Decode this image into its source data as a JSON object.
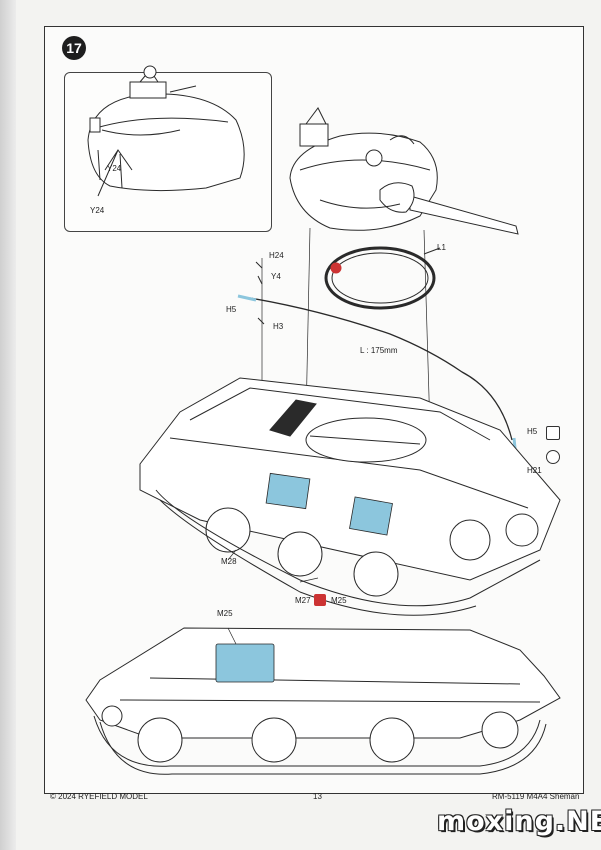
{
  "step": {
    "number": "17"
  },
  "inset": {
    "labels": [
      "Y24",
      "Y24"
    ]
  },
  "parts": {
    "l1": "L1",
    "h24": "H24",
    "y4": "Y4",
    "h5_left": "H5",
    "h3": "H3",
    "cable_length": "L : 175mm",
    "h5_right": "H5",
    "h21": "H21",
    "m28": "M28",
    "m27": "M27",
    "m25_callout": "M25",
    "m25_bottom": "M25"
  },
  "footer": {
    "copyright": "© 2024 RYEFIELD MODEL",
    "page": "13",
    "product": "RM-5119 M4A4 Sheman"
  },
  "watermark": "moxing.NET",
  "colors": {
    "decal_blue": "#8cc6dd",
    "line": "#2a2a2a"
  }
}
